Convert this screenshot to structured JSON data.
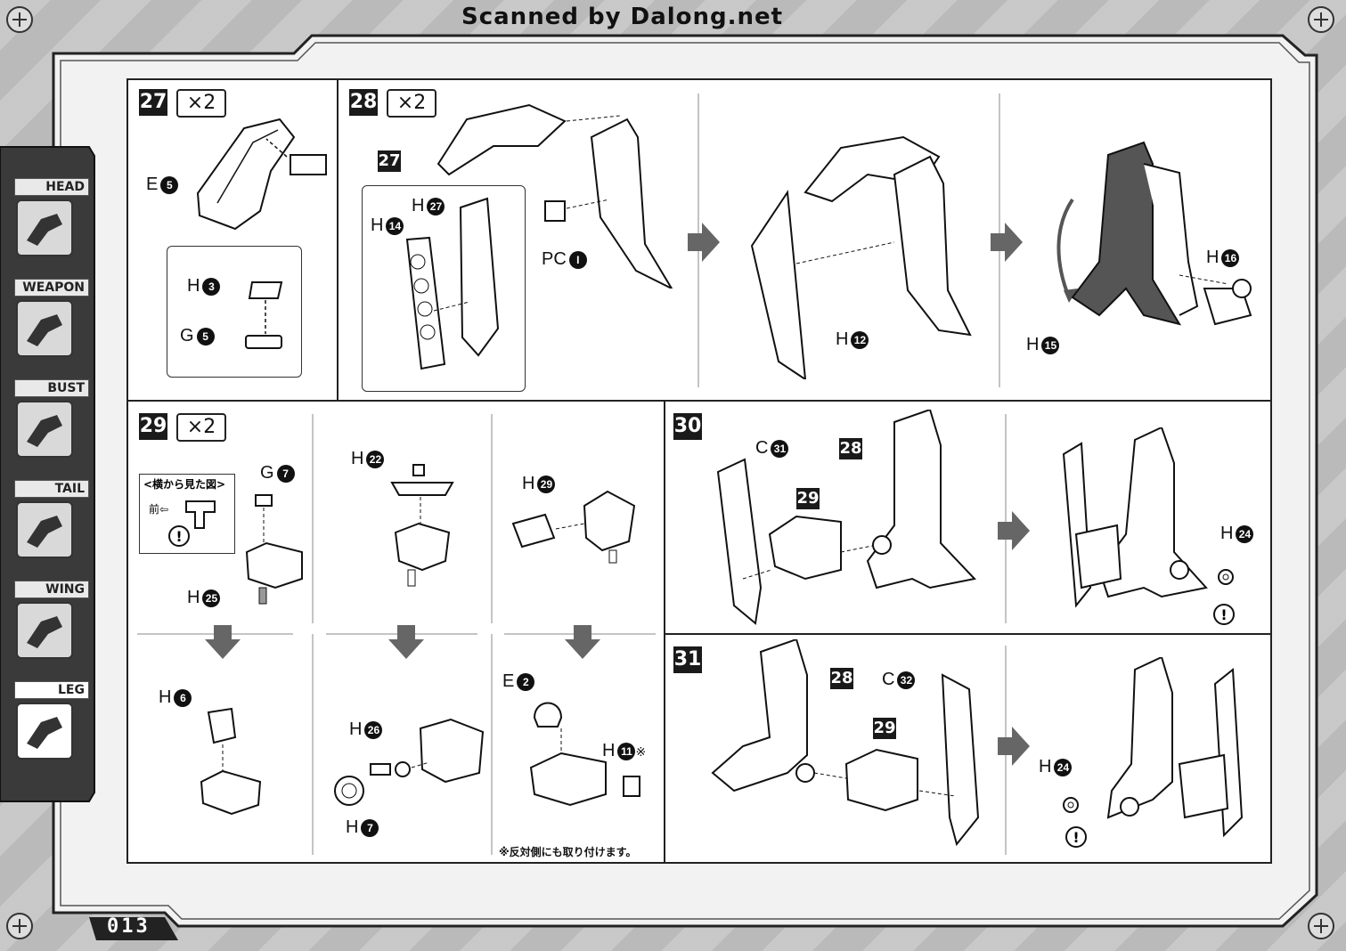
{
  "scan_credit": "Scanned by Dalong.net",
  "page_number": "013",
  "side_nav": [
    {
      "label": "HEAD",
      "icon": "head-section-icon",
      "active": false
    },
    {
      "label": "WEAPON",
      "icon": "weapon-section-icon",
      "active": false
    },
    {
      "label": "BUST",
      "icon": "bust-section-icon",
      "active": false
    },
    {
      "label": "TAIL",
      "icon": "tail-section-icon",
      "active": false
    },
    {
      "label": "WING",
      "icon": "wing-section-icon",
      "active": false
    },
    {
      "label": "LEG",
      "icon": "leg-section-icon",
      "active": true
    }
  ],
  "steps": {
    "s27": {
      "number": "27",
      "multiplier": "×2",
      "e5": "E",
      "e5n": "5",
      "h3": "H",
      "h3n": "3",
      "g5": "G",
      "g5n": "5"
    },
    "s28": {
      "number": "28",
      "multiplier": "×2",
      "ref27": "27",
      "h27": "H",
      "h27n": "27",
      "h14": "H",
      "h14n": "14",
      "pc": "PC",
      "pcn": "I",
      "h12": "H",
      "h12n": "12",
      "h16": "H",
      "h16n": "16",
      "h15": "H",
      "h15n": "15"
    },
    "s29": {
      "number": "29",
      "multiplier": "×2",
      "side_view_title": "<横から見た図>",
      "side_view_front": "前⇦",
      "g7": "G",
      "g7n": "7",
      "h25": "H",
      "h25n": "25",
      "h22": "H",
      "h22n": "22",
      "h29": "H",
      "h29n": "29",
      "h6": "H",
      "h6n": "6",
      "h26": "H",
      "h26n": "26",
      "h7": "H",
      "h7n": "7",
      "e2": "E",
      "e2n": "2",
      "h11": "H",
      "h11n": "11",
      "h11mark": "※",
      "note": "※反対側にも取り付けます。"
    },
    "s30": {
      "number": "30",
      "c31": "C",
      "c31n": "31",
      "ref28": "28",
      "ref29": "29",
      "h24": "H",
      "h24n": "24"
    },
    "s31": {
      "number": "31",
      "ref28": "28",
      "c32": "C",
      "c32n": "32",
      "ref29": "29",
      "h24": "H",
      "h24n": "24"
    }
  },
  "warning_symbol": "!"
}
